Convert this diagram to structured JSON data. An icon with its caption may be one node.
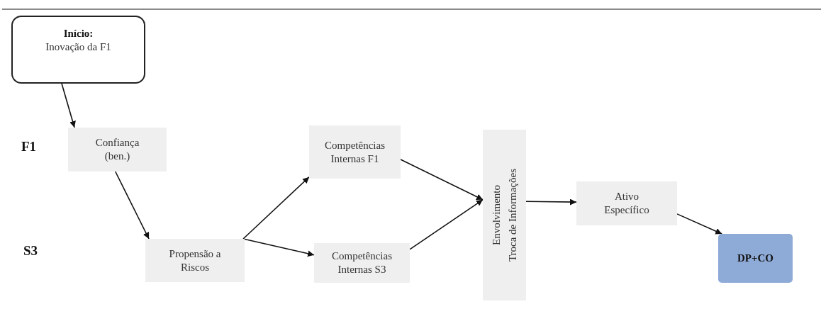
{
  "diagram": {
    "nodes": [
      {
        "text": [
          "Início:",
          "Inovação da F1"
        ]
      },
      {
        "text": [
          "Confiança (ben.)"
        ]
      },
      {
        "text": [
          "Propensão a Riscos"
        ]
      },
      {
        "text": [
          "Competências Internas F1"
        ]
      },
      {
        "text": [
          "Competências Internas S3"
        ]
      },
      {
        "text": [
          "Envolvimento",
          "Troca de Informações"
        ]
      },
      {
        "text": [
          "Ativo Específico"
        ]
      },
      {
        "text": [
          "DP+CO"
        ]
      }
    ],
    "edges": [
      {
        "from": 0,
        "to": 1,
        "arrow": "to"
      },
      {
        "from": 1,
        "to": 2,
        "arrow": "to"
      },
      {
        "from": 2,
        "to": 3,
        "arrow": "to"
      },
      {
        "from": 2,
        "to": 4,
        "arrow": "to"
      },
      {
        "from": 3,
        "to": 5,
        "arrow": "to"
      },
      {
        "from": 4,
        "to": 5,
        "arrow": "to"
      },
      {
        "from": 5,
        "to": 6,
        "arrow": "to"
      },
      {
        "from": 6,
        "to": 7,
        "arrow": "to"
      }
    ],
    "labels": [
      "F1",
      "S3"
    ]
  }
}
